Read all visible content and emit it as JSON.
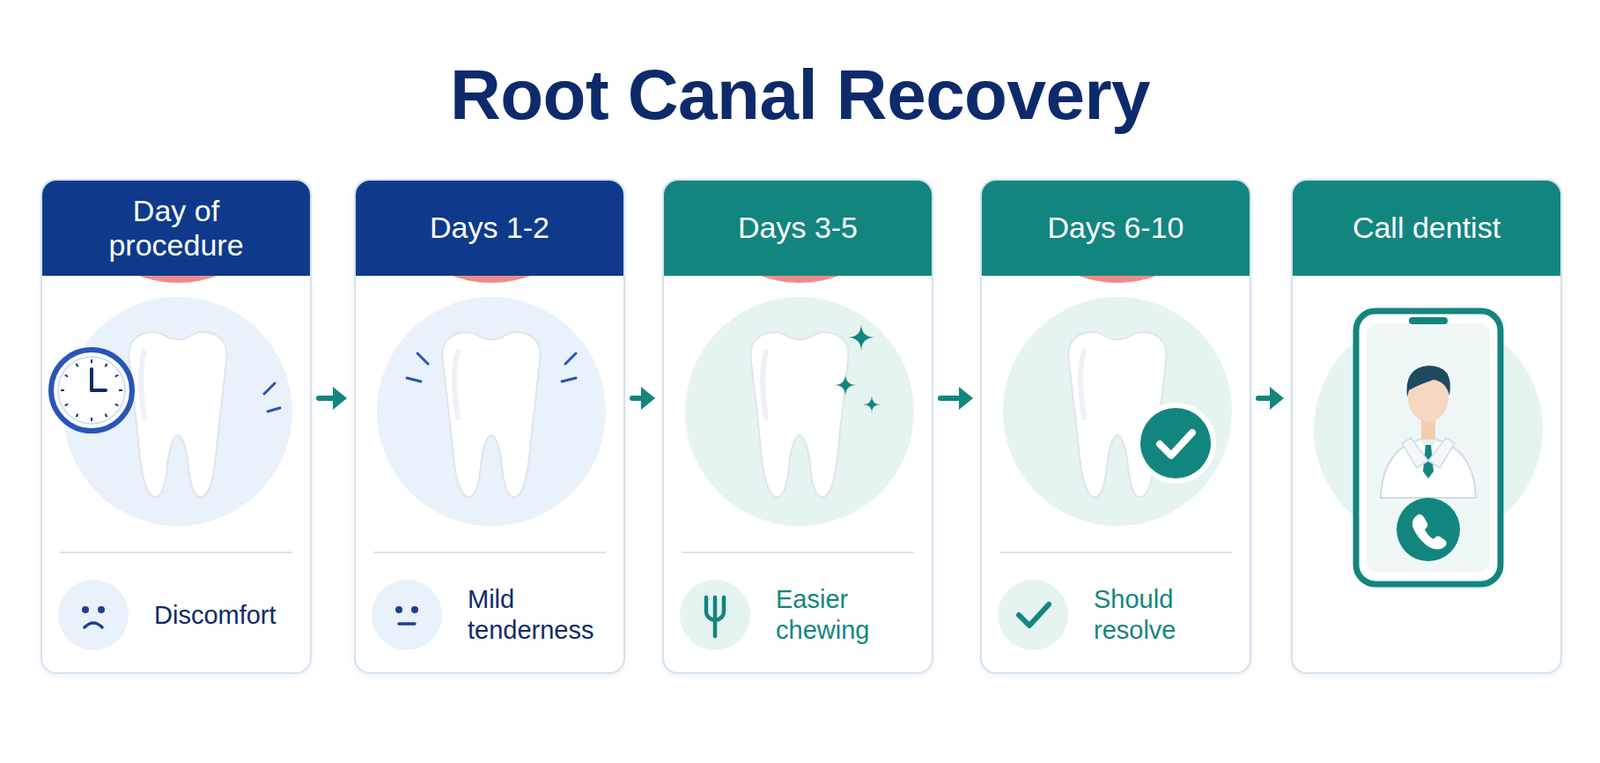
{
  "diagram": {
    "title": "Root Canal Recovery",
    "nodes": [
      {
        "text": [
          "Day of procedure",
          "Discomfort"
        ]
      },
      {
        "text": [
          "Days 1-2",
          "Mild tenderness"
        ]
      },
      {
        "text": [
          "Days 3-5",
          "Easier chewing"
        ]
      },
      {
        "text": [
          "Days 6-10",
          "Should resolve"
        ]
      },
      {
        "text": [
          "Call dentist"
        ]
      }
    ],
    "edges": [
      {
        "from": 0,
        "to": 1,
        "arrow": "to"
      },
      {
        "from": 1,
        "to": 2,
        "arrow": "to"
      },
      {
        "from": 2,
        "to": 3,
        "arrow": "to"
      },
      {
        "from": 3,
        "to": 4,
        "arrow": "to"
      }
    ]
  }
}
